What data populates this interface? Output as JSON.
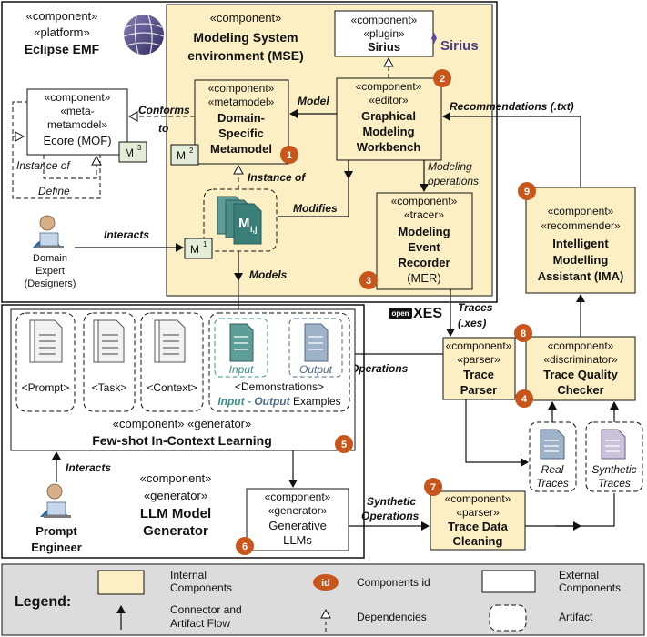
{
  "platform": {
    "stereo_component": "«component»",
    "stereo_platform": "«platform»",
    "name": "Eclipse EMF"
  },
  "ecore": {
    "stereo_component": "«component»",
    "stereo_meta": "«meta-",
    "stereo_meta2": "metamodel»",
    "name": "Ecore (MOF)",
    "level": "M",
    "level_sup": "3",
    "instance_of": "Instance of",
    "define": "Define"
  },
  "mse": {
    "stereo": "«component»",
    "title_line1": "Modeling System",
    "title_line2": "environment (MSE)"
  },
  "sirius": {
    "stereo_component": "«component»",
    "stereo_plugin": "«plugin»",
    "name": "Sirius",
    "logo_text": "Sirius"
  },
  "dsm": {
    "stereo_component": "«component»",
    "stereo_metamodel": "«metamodel»",
    "name_line1": "Domain-",
    "name_line2": "Specific",
    "name_line3": "Metamodel",
    "level": "M",
    "level_sup": "2",
    "id": "1"
  },
  "gmw": {
    "stereo_component": "«component»",
    "stereo_editor": "«editor»",
    "name_line1": "Graphical",
    "name_line2": "Modeling",
    "name_line3": "Workbench",
    "id": "2"
  },
  "mer": {
    "stereo_component": "«component»",
    "stereo_tracer": "«tracer»",
    "name_line1": "Modeling",
    "name_line2": "Event",
    "name_line3": "Recorder",
    "name_line4": "(MER)",
    "id": "3"
  },
  "model_artifact": {
    "label": "M",
    "sub": "i,j",
    "level": "M",
    "level_sup": "1"
  },
  "domain_expert": {
    "line1": "Domain",
    "line2": "Expert",
    "line3": "(Designers)"
  },
  "edges": {
    "conforms_to_1": "Conforms",
    "conforms_to_2": "to",
    "model": "Model",
    "instance_of": "Instance of",
    "modifies": "Modifies",
    "interacts_top": "Interacts",
    "models": "Models",
    "modeling_ops_1": "Modeling",
    "modeling_ops_2": "operations",
    "recommendations": "Recommendations (.txt)",
    "traces_1": "Traces",
    "traces_2": "(.xes)",
    "operations": "Operations",
    "interacts_bottom": "Interacts",
    "synthetic_ops_1": "Synthetic",
    "synthetic_ops_2": "Operations"
  },
  "xes": {
    "badge": "open",
    "text": "XES"
  },
  "ima": {
    "stereo_component": "«component»",
    "stereo_recommender": "«recommender»",
    "name_line1": "Intelligent",
    "name_line2": "Modelling",
    "name_line3": "Assistant (IMA)",
    "id": "9"
  },
  "tqc": {
    "stereo_component": "«component»",
    "stereo_discriminator": "«discriminator»",
    "name_line1": "Trace Quality",
    "name_line2": "Checker",
    "id": "8"
  },
  "trace_parser": {
    "stereo_component": "«component»",
    "stereo_parser": "«parser»",
    "name_line1": "Trace",
    "name_line2": "Parser",
    "id": "4"
  },
  "real_traces": {
    "line1": "Real",
    "line2": "Traces"
  },
  "synthetic_traces": {
    "line1": "Synthetic",
    "line2": "Traces"
  },
  "fsicl": {
    "prompt": "<Prompt>",
    "task": "<Task>",
    "context": "<Context>",
    "input": "Input",
    "output": "Output",
    "demonstrations": "<Demonstrations>",
    "examples_input": "Input",
    "examples_dash": " - ",
    "examples_output": "Output",
    "examples_rest": " Examples",
    "stereo": "«component» «generator»",
    "name": "Few-shot In-Context Learning",
    "id": "5"
  },
  "llm_generator": {
    "stereo_component": "«component»",
    "stereo_generator": "«generator»",
    "name_line1": "LLM Model",
    "name_line2": "Generator"
  },
  "gen_llms": {
    "stereo_component": "«component»",
    "stereo_generator": "«generator»",
    "name_line1": "Generative",
    "name_line2": "LLMs",
    "id": "6"
  },
  "tdc": {
    "stereo_component": "«component»",
    "stereo_parser": "«parser»",
    "name_line1": "Trace Data",
    "name_line2": "Cleaning",
    "id": "7"
  },
  "prompt_engineer": {
    "line1": "Prompt",
    "line2": "Engineer"
  },
  "legend": {
    "title": "Legend:",
    "internal_1": "Internal",
    "internal_2": "Components",
    "id_badge": "id",
    "components_id": "Components id",
    "external_1": "External",
    "external_2": "Components",
    "connector_1": "Connector and",
    "connector_2": "Artifact Flow",
    "dependencies": "Dependencies",
    "artifact": "Artifact"
  },
  "colors": {
    "internal_fill": "#fdefc4",
    "badge_orange": "#c8561c",
    "teal": "#3a8f8a",
    "slate": "#4d6a8a",
    "legend_bg": "#dcdcdc"
  }
}
